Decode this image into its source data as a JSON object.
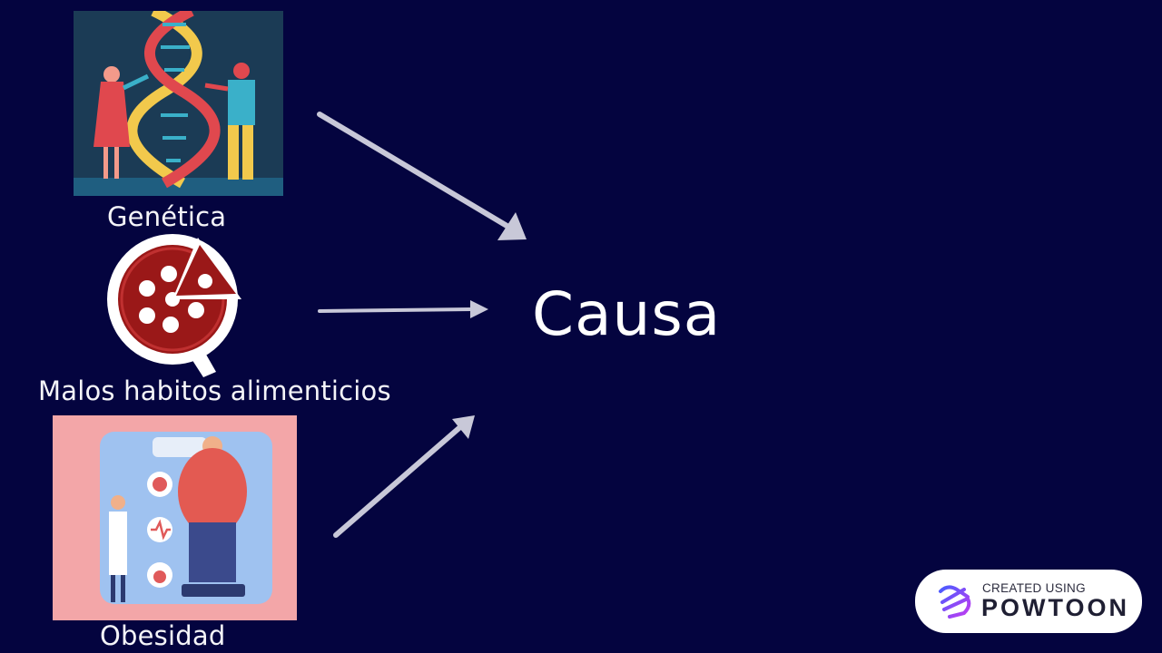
{
  "slide": {
    "center_label": "Causa",
    "causes": [
      {
        "label": "Genética",
        "image_icon": "dna-people-illustration"
      },
      {
        "label": "Malos habitos alimenticios",
        "image_icon": "pizza-magnifier-illustration"
      },
      {
        "label": "Obesidad",
        "image_icon": "obesity-scale-illustration"
      }
    ]
  },
  "badge": {
    "small_text": "CREATED USING",
    "brand_text": "POWTOON"
  },
  "colors": {
    "background": "#04043f",
    "arrow": "#c8c8d8",
    "text": "#ffffff"
  }
}
